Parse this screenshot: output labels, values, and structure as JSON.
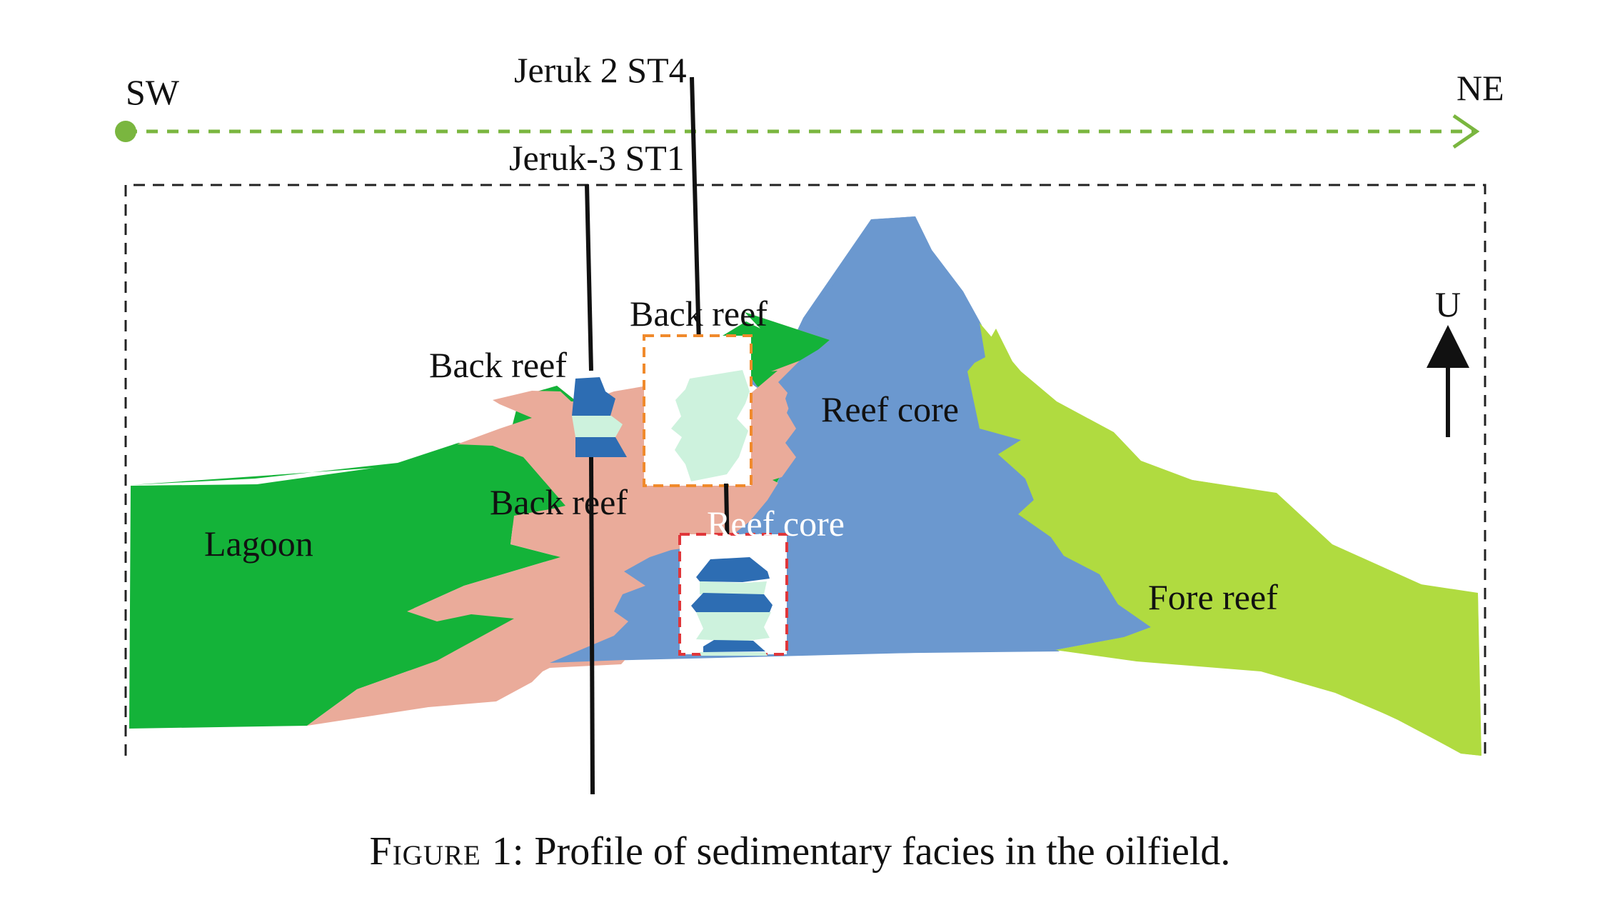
{
  "directions": {
    "left": "SW",
    "right": "NE",
    "up": "U"
  },
  "wells": {
    "well_a": "Jeruk 2 ST4",
    "well_b": "Jeruk-3 ST1"
  },
  "labels": {
    "back_reef_upper": "Back reef",
    "back_reef_left": "Back reef",
    "back_reef_lower": "Back reef",
    "reef_core_main": "Reef core",
    "reef_core_inset": "Reef core",
    "lagoon": "Lagoon",
    "fore_reef": "Fore reef"
  },
  "caption": {
    "figure_word": "Figure 1:",
    "text": " Profile of sedimentary facies in the oilfield."
  },
  "colors": {
    "lagoon": "#14b339",
    "back_reef": "#eaab9a",
    "reef_core": "#6b98cf",
    "fore_reef": "#b0db40",
    "core_dark": "#2d6db3",
    "core_light": "#cdf2dd",
    "arrow": "#7ab63f",
    "box_orange": "#f08a2c",
    "box_red": "#e0363a"
  }
}
